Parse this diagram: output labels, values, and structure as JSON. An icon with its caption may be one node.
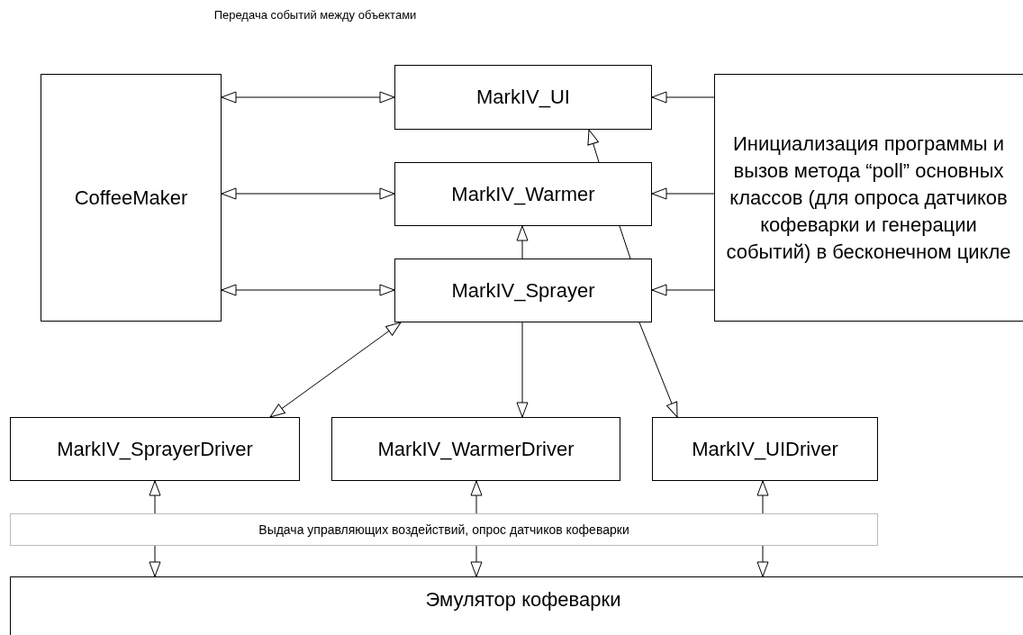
{
  "diagram": {
    "nodes": [
      {
        "text": [
          "CoffeeMaker"
        ]
      },
      {
        "text": [
          "MarkIV_UI"
        ]
      },
      {
        "text": [
          "MarkIV_Warmer"
        ]
      },
      {
        "text": [
          "MarkIV_Sprayer"
        ]
      },
      {
        "text": [
          "Инициализация программы и вызов метода “poll” основных классов (для опроса датчиков кофеварки и генерации событий) в бесконечном цикле"
        ]
      },
      {
        "text": [
          "MarkIV_SprayerDriver"
        ]
      },
      {
        "text": [
          "MarkIV_WarmerDriver"
        ]
      },
      {
        "text": [
          "MarkIV_UIDriver"
        ]
      },
      {
        "text": [
          "Выдача управляющих воздействий, опрос датчиков кофеварки"
        ]
      },
      {
        "text": [
          "Эмулятор кофеварки"
        ]
      }
    ],
    "edges": [
      {
        "from": 0,
        "to": 1,
        "arrow": "both"
      },
      {
        "from": 0,
        "to": 2,
        "arrow": "both"
      },
      {
        "from": 0,
        "to": 3,
        "arrow": "both"
      },
      {
        "from": 4,
        "to": 1,
        "arrow": "to"
      },
      {
        "from": 4,
        "to": 2,
        "arrow": "to"
      },
      {
        "from": 4,
        "to": 3,
        "arrow": "to"
      },
      {
        "from": 2,
        "to": 1,
        "arrow": "to"
      },
      {
        "from": 3,
        "to": 2,
        "arrow": "to"
      },
      {
        "from": 3,
        "to": 2,
        "arrow": "none"
      },
      {
        "from": 5,
        "to": 3,
        "arrow": "both"
      },
      {
        "from": 3,
        "to": 6,
        "arrow": "to"
      },
      {
        "from": 3,
        "to": 7,
        "arrow": "to"
      },
      {
        "from": 8,
        "to": 5,
        "arrow": "to"
      },
      {
        "from": 8,
        "to": 6,
        "arrow": "to"
      },
      {
        "from": 8,
        "to": 7,
        "arrow": "to"
      },
      {
        "from": 8,
        "to": 9,
        "arrow": "to"
      },
      {
        "from": 8,
        "to": 9,
        "arrow": "to"
      },
      {
        "from": 8,
        "to": 9,
        "arrow": "to"
      }
    ],
    "labels": [
      "Передача событий между объектами"
    ]
  }
}
